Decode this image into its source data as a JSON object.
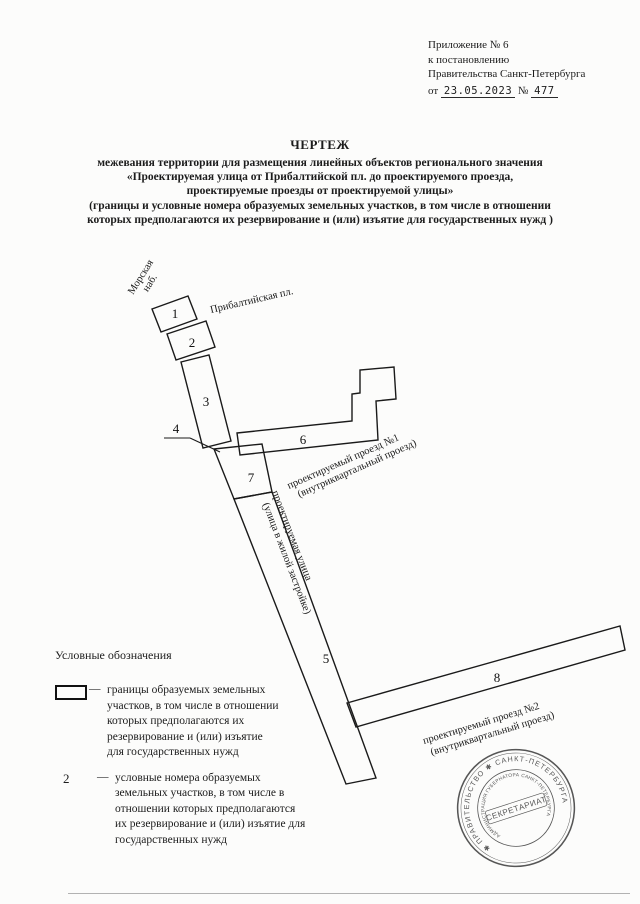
{
  "header": {
    "line1": "Приложение № 6",
    "line2": "к постановлению",
    "line3": "Правительства Санкт-Петербурга",
    "ot": "от",
    "date": "23.05.2023",
    "num_sign": "№",
    "number": "477"
  },
  "title": {
    "main": "ЧЕРТЕЖ",
    "lines": [
      "межевания территории  для размещения линейных объектов регионального значения",
      "«Проектируемая улица от Прибалтийской пл. до проектируемого проезда,",
      "проектируемые проезды от проектируемой улицы»",
      "(границы и условные номера образуемых земельных участков, в том числе в отношении",
      "которых предполагаются их резервирование и (или) изъятие для государственных нужд )"
    ]
  },
  "drawing": {
    "parcels": {
      "p1": "1",
      "p2": "2",
      "p3": "3",
      "p4": "4",
      "p5": "5",
      "p6": "6",
      "p7": "7",
      "p8": "8"
    },
    "labels": {
      "morskaya_1": "Морская",
      "morskaya_2": "наб.",
      "pribaltiyskaya": "Прибалтийская пл.",
      "proezd1_1": "проектируемый проезд №1",
      "proezd1_2": "(внутриквартальный проезд)",
      "ulitsa_1": "проектируемая улица",
      "ulitsa_2": "(улица в жилой застройке)",
      "proezd2_1": "проектируемый проезд №2",
      "proezd2_2": "(внутриквартальный проезд)"
    }
  },
  "legend": {
    "title": "Условные обозначения",
    "dash": "—",
    "items": [
      {
        "symbol": "rect",
        "text": "границы образуемых земельных\nучастков, в том числе в отношении\nкоторых предполагаются их\nрезервирование и (или) изъятие\nдля государственных нужд"
      },
      {
        "symbol": "2",
        "text": "условные номера образуемых\nземельных участков, в том числе в\nотношении которых предполагаются\nих резервирование и (или) изъятие для\nгосударственных нужд"
      }
    ]
  },
  "stamp": {
    "outer": "✱ ПРАВИТЕЛЬСТВО ✱ САНКТ-ПЕТЕРБУРГА",
    "inner": "АДМИНИСТРАЦИЯ ГУБЕРНАТОРА САНКТ-ПЕТЕРБУРГА",
    "center": "СЕКРЕТАРИАТ"
  }
}
